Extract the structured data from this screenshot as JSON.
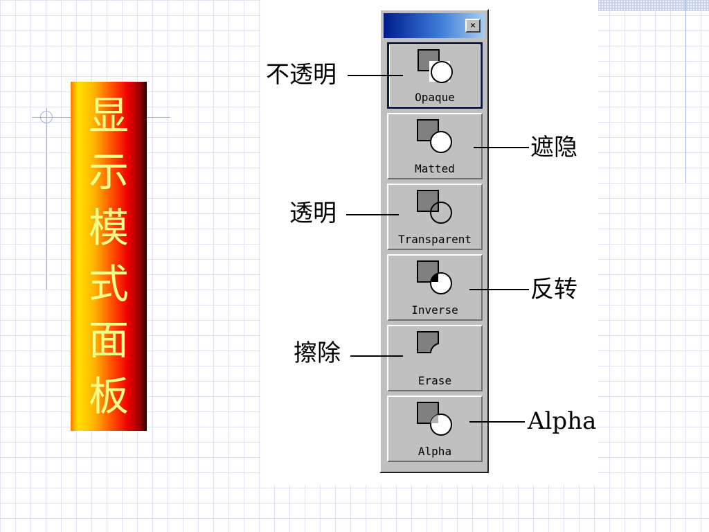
{
  "slide_title": "显\n示\n模\n式\n面\n板",
  "palette": {
    "close_glyph": "×",
    "items": [
      {
        "label": "Opaque",
        "callout": "不透明",
        "selected": true
      },
      {
        "label": "Matted",
        "callout": "遮隐"
      },
      {
        "label": "Transparent",
        "callout": "透明"
      },
      {
        "label": "Inverse",
        "callout": "反转"
      },
      {
        "label": "Erase",
        "callout": "擦除"
      },
      {
        "label": "Alpha",
        "callout": "Alpha"
      }
    ]
  },
  "colors": {
    "titlebar_start": "#001c8c",
    "titlebar_end": "#a8ccf0",
    "panel_face": "#c0c0c0",
    "title_text": "#f3ff8a"
  }
}
